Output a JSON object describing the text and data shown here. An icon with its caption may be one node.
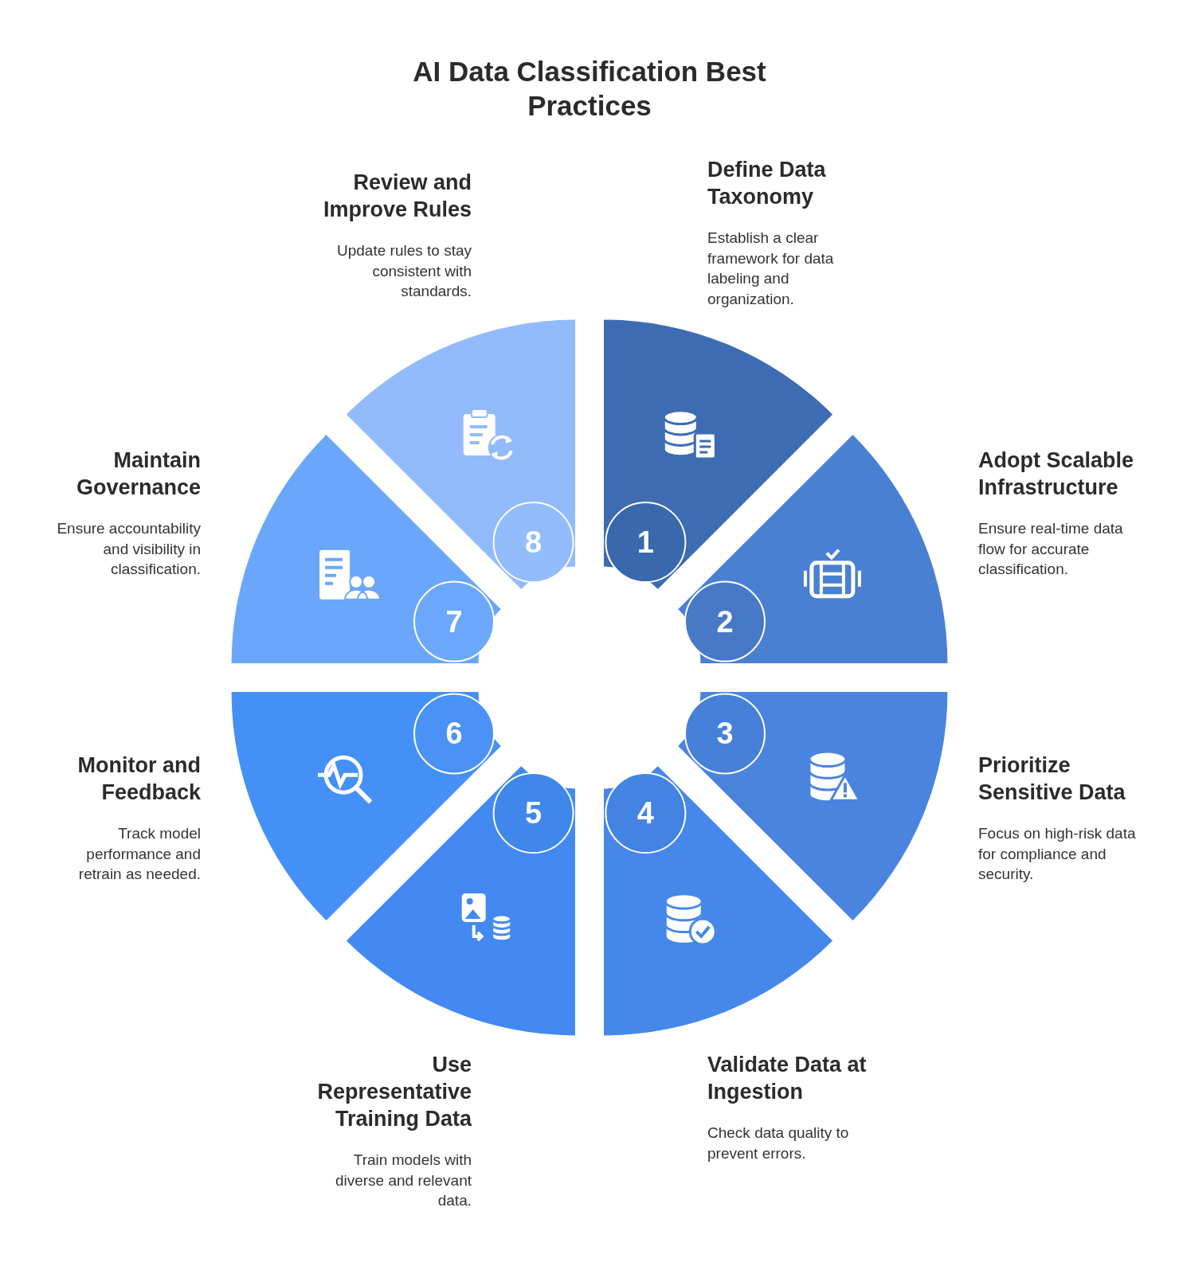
{
  "diagram": {
    "title": "AI Data Classification Best Practices",
    "nodes": [
      {
        "text": [
          "1"
        ],
        "beside": [
          "Define Data Taxonomy",
          "Establish a clear framework for data labeling and organization."
        ]
      },
      {
        "text": [
          "2"
        ],
        "beside": [
          "Adopt Scalable Infrastructure",
          "Ensure real-time data flow for accurate classification."
        ]
      },
      {
        "text": [
          "3"
        ],
        "beside": [
          "Prioritize Sensitive Data",
          "Focus on high-risk data for compliance and security."
        ]
      },
      {
        "text": [
          "4"
        ],
        "beside": [
          "Validate Data at Ingestion",
          "Check data quality to prevent errors."
        ]
      },
      {
        "text": [
          "5"
        ],
        "beside": [
          "Use Representative Training Data",
          "Train models with diverse and relevant data."
        ]
      },
      {
        "text": [
          "6"
        ],
        "beside": [
          "Monitor and Feedback",
          "Track model performance and retrain as needed."
        ]
      },
      {
        "text": [
          "7"
        ],
        "beside": [
          "Maintain Governance",
          "Ensure accountability and visibility in classification."
        ]
      },
      {
        "text": [
          "8"
        ],
        "beside": [
          "Review and Improve Rules",
          "Update rules to stay consistent with standards."
        ]
      }
    ]
  }
}
